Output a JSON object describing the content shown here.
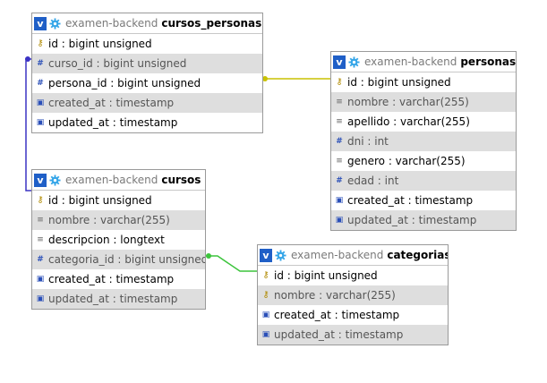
{
  "colors": {
    "table_icon_bg": "#1f5fc7",
    "gear_icon": "#36a6e8",
    "row_alt_bg": "#dedede",
    "relation_purple": "#3b33c4",
    "relation_yellow": "#c9c200",
    "relation_green": "#3cc43c"
  },
  "tables": {
    "cursos_personas": {
      "db": "examen-backend",
      "name": "cursos_personas",
      "fields": [
        {
          "text": "id : bigint unsigned",
          "icon": "key-icon"
        },
        {
          "text": "curso_id : bigint unsigned",
          "icon": "hash-icon"
        },
        {
          "text": "persona_id : bigint unsigned",
          "icon": "hash-icon"
        },
        {
          "text": "created_at : timestamp",
          "icon": "calendar-icon"
        },
        {
          "text": "updated_at : timestamp",
          "icon": "calendar-icon"
        }
      ]
    },
    "personas": {
      "db": "examen-backend",
      "name": "personas",
      "fields": [
        {
          "text": "id : bigint unsigned",
          "icon": "key-icon"
        },
        {
          "text": "nombre : varchar(255)",
          "icon": "string-icon"
        },
        {
          "text": "apellido : varchar(255)",
          "icon": "string-icon"
        },
        {
          "text": "dni : int",
          "icon": "hash-icon"
        },
        {
          "text": "genero : varchar(255)",
          "icon": "string-icon"
        },
        {
          "text": "edad : int",
          "icon": "hash-icon"
        },
        {
          "text": "created_at : timestamp",
          "icon": "calendar-icon"
        },
        {
          "text": "updated_at : timestamp",
          "icon": "calendar-icon"
        }
      ]
    },
    "cursos": {
      "db": "examen-backend",
      "name": "cursos",
      "fields": [
        {
          "text": "id : bigint unsigned",
          "icon": "key-icon"
        },
        {
          "text": "nombre : varchar(255)",
          "icon": "string-icon"
        },
        {
          "text": "descripcion : longtext",
          "icon": "string-icon"
        },
        {
          "text": "categoria_id : bigint unsigned",
          "icon": "hash-icon"
        },
        {
          "text": "created_at : timestamp",
          "icon": "calendar-icon"
        },
        {
          "text": "updated_at : timestamp",
          "icon": "calendar-icon"
        }
      ]
    },
    "categorias": {
      "db": "examen-backend",
      "name": "categorias",
      "fields": [
        {
          "text": "id : bigint unsigned",
          "icon": "key-icon"
        },
        {
          "text": "nombre : varchar(255)",
          "icon": "key-icon"
        },
        {
          "text": "created_at : timestamp",
          "icon": "calendar-icon"
        },
        {
          "text": "updated_at : timestamp",
          "icon": "calendar-icon"
        }
      ]
    }
  }
}
